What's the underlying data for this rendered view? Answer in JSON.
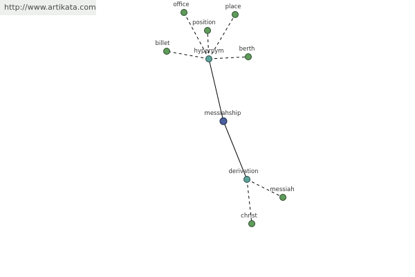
{
  "watermark": {
    "url": "http://www.artikata.com"
  },
  "graph": {
    "colors": {
      "leaf": "#5f9b5a",
      "relation": "#5aa39a",
      "center": "#4a5f9e"
    },
    "nodes": [
      {
        "id": "office",
        "label": "office",
        "kind": "leaf"
      },
      {
        "id": "place",
        "label": "place",
        "kind": "leaf"
      },
      {
        "id": "position",
        "label": "position",
        "kind": "leaf"
      },
      {
        "id": "billet",
        "label": "billet",
        "kind": "leaf"
      },
      {
        "id": "hypernym",
        "label": "hypernym",
        "kind": "relation"
      },
      {
        "id": "berth",
        "label": "berth",
        "kind": "leaf"
      },
      {
        "id": "messiahship",
        "label": "messiahship",
        "kind": "center"
      },
      {
        "id": "derivation",
        "label": "derivation",
        "kind": "relation"
      },
      {
        "id": "messiah",
        "label": "messiah",
        "kind": "leaf"
      },
      {
        "id": "christ",
        "label": "christ",
        "kind": "leaf"
      }
    ],
    "edges": [
      {
        "from": "hypernym",
        "to": "messiahship",
        "style": "solid"
      },
      {
        "from": "messiahship",
        "to": "derivation",
        "style": "solid"
      },
      {
        "from": "hypernym",
        "to": "office",
        "style": "dashed"
      },
      {
        "from": "hypernym",
        "to": "place",
        "style": "dashed"
      },
      {
        "from": "hypernym",
        "to": "position",
        "style": "dashed"
      },
      {
        "from": "hypernym",
        "to": "billet",
        "style": "dashed"
      },
      {
        "from": "hypernym",
        "to": "berth",
        "style": "dashed"
      },
      {
        "from": "derivation",
        "to": "messiah",
        "style": "dashed"
      },
      {
        "from": "derivation",
        "to": "christ",
        "style": "dashed"
      }
    ]
  }
}
